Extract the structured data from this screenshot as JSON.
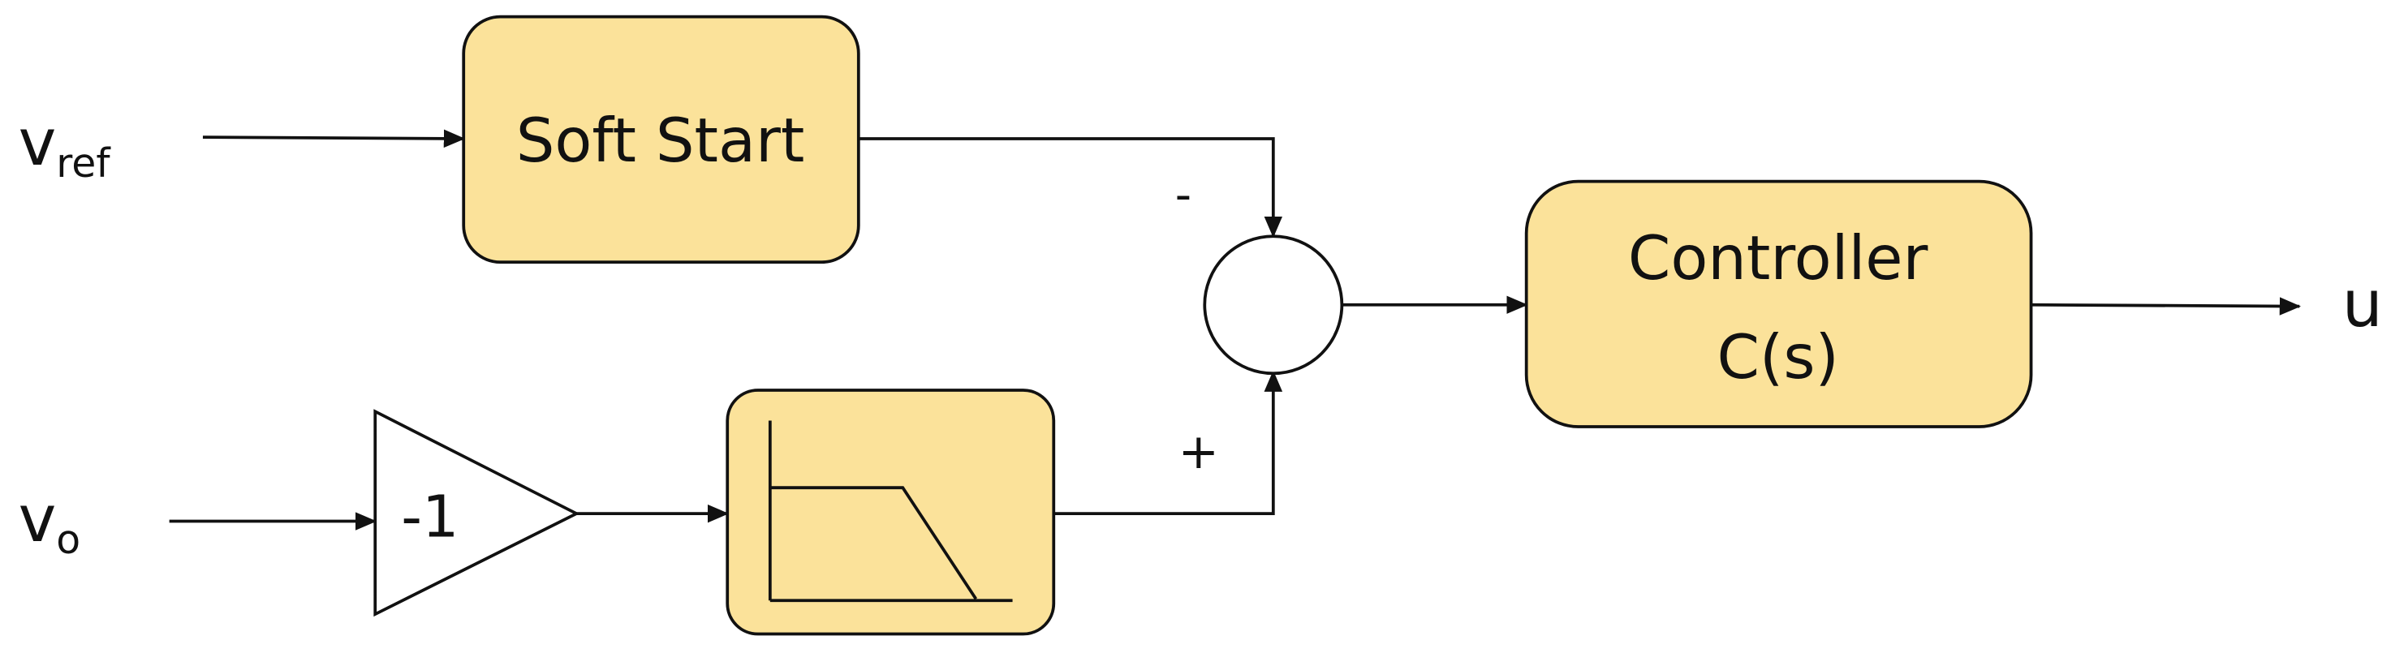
{
  "inputs": {
    "vref": {
      "main": "v",
      "sub": "ref"
    },
    "vo": {
      "main": "v",
      "sub": "o"
    }
  },
  "blocks": {
    "soft_start": {
      "label": "Soft Start"
    },
    "controller": {
      "line1": "Controller",
      "line2": "C(s)"
    },
    "gain": {
      "label": "-1"
    },
    "filter": {
      "icon": "low-pass-filter-icon"
    }
  },
  "summing_junction": {
    "top_sign": "-",
    "bottom_sign": "+"
  },
  "output": {
    "label": "u"
  },
  "colors": {
    "block_fill": "#FBE29A",
    "stroke": "#111111",
    "background": "#FFFFFF"
  }
}
